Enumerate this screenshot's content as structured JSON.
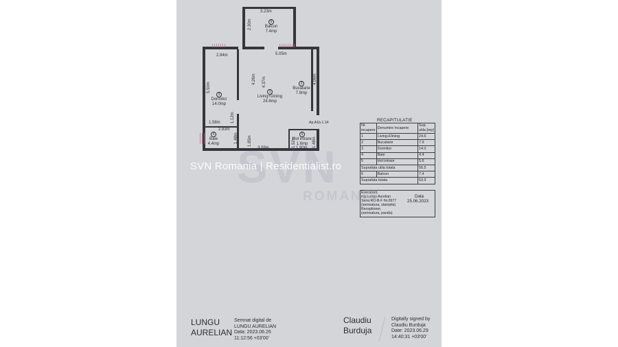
{
  "watermark": {
    "text": "SVN Romania | Residentialist.ro",
    "logo": "SVN",
    "logo_sub": "ROMANIA"
  },
  "plan": {
    "dimensions": {
      "balcony_width": "3.23m",
      "balcony_depth": "2.30m",
      "bedroom_top": "2.84m",
      "living_top": "5.05m",
      "bedroom_height": "5.50m",
      "living_height_a": "4.26m",
      "living_height_b": "4.37m",
      "kitchen_height": "4.06m",
      "bath_top": "1.58m",
      "bath_mid": "1.12m",
      "bath_width": "2.83m",
      "bath_side": "1.48m",
      "living_bottom": "3.09m",
      "hall_bottom": "1.90m",
      "hall_height_a": "1.85m",
      "hall_height_b": "1.52m",
      "hall_height_c": "1.48m"
    },
    "rooms": {
      "balcon": {
        "num": "6",
        "name": "Balcon",
        "area": "7.4mp"
      },
      "dormitor": {
        "num": "3",
        "name": "Dormitor",
        "area": "14.0mp"
      },
      "living": {
        "num": "1",
        "name": "Living+Dining",
        "area": "24.6mp"
      },
      "bucatarie": {
        "num": "2",
        "name": "Bucatarie",
        "area": "7.9mp"
      },
      "baie": {
        "num": "4",
        "name": "Baie",
        "area": "4.4mp"
      },
      "hol": {
        "num": "5",
        "name": "Hol intrare",
        "area": "1.6mp"
      }
    },
    "apartment_ref": "Ap.A1b.1.14"
  },
  "recap": {
    "title": "RECAPITULATIE",
    "headers": {
      "nr": "Nr. incapere",
      "name": "Denumire incapere",
      "area": "Sup. utila [mp]"
    },
    "rows": [
      {
        "nr": "1",
        "name": "Living+Dining",
        "area": "24.6"
      },
      {
        "nr": "2",
        "name": "Bucatarie",
        "area": "7.9"
      },
      {
        "nr": "3",
        "name": "Dormitor",
        "area": "14.0"
      },
      {
        "nr": "4",
        "name": "Baie",
        "area": "4.4"
      },
      {
        "nr": "5",
        "name": "Hol intrare",
        "area": "5.6"
      }
    ],
    "total_useful_label": "Suprafata utila totala",
    "total_useful": "56.5",
    "balcony_row": {
      "nr": "6",
      "name": "Balcon",
      "area": "7.4"
    },
    "total_label": "Suprafata totala",
    "total": "63.9",
    "executant_label": "Executant,",
    "executant_name": "ing.Lungu Aurelian",
    "executant_series": "Seria RO-B-F Nr.0977",
    "stamp_note": "(semnatura, stampila)",
    "date_label": "Data",
    "date_value": "25.06.2023",
    "receptioner_label": "Receptioner,",
    "receptioner_note": "(semnatura, parafa)"
  },
  "signatures": {
    "left": {
      "name_line1": "LUNGU",
      "name_line2": "AURELIAN",
      "line1": "Semnat digital de",
      "line2": "LUNGU AURELIAN",
      "line3": "Data: 2023.06.26",
      "line4": "11:12:56 +03'00'"
    },
    "right": {
      "name_line1": "Claudiu",
      "name_line2": "Burduja",
      "line1": "Digitally signed by",
      "line2": "Claudiu Burduja",
      "line3": "Date: 2023.06.29",
      "line4": "14:40:31 +03'00'"
    }
  }
}
